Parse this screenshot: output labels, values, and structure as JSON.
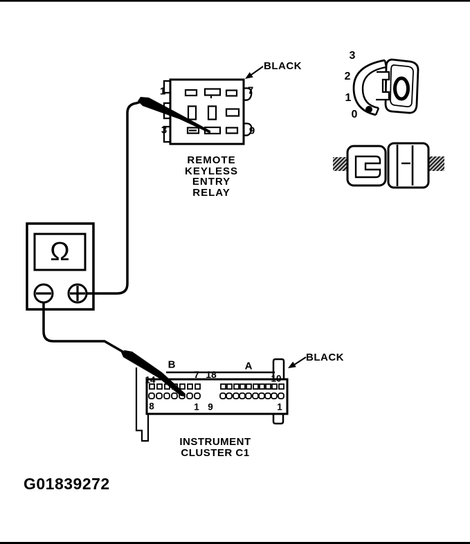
{
  "page": {
    "figure_id": "G01839272"
  },
  "relay": {
    "color_label": "BLACK",
    "caption": [
      "REMOTE",
      "KEYLESS",
      "ENTRY",
      "RELAY"
    ],
    "pin_top_left": "1",
    "pin_bottom_left": "3",
    "pin_top_right": "7",
    "pin_bottom_right": "9"
  },
  "ignition": {
    "positions": [
      "3",
      "2",
      "1",
      "0"
    ]
  },
  "meter": {
    "display_symbol": "Ω",
    "minus_symbol": "−",
    "plus_symbol": "+"
  },
  "cluster": {
    "color_label": "BLACK",
    "caption": [
      "INSTRUMENT",
      "CLUSTER C1"
    ],
    "section_left": "B",
    "section_right": "A",
    "pin_b_top_left": "14",
    "pin_b_top_right": "7",
    "pin_a_top_left": "18",
    "pin_a_top_right": "10",
    "pin_b_bottom_left": "8",
    "pin_b_bottom_right": "1",
    "pin_a_bottom_left": "9",
    "pin_a_bottom_right": "1"
  }
}
